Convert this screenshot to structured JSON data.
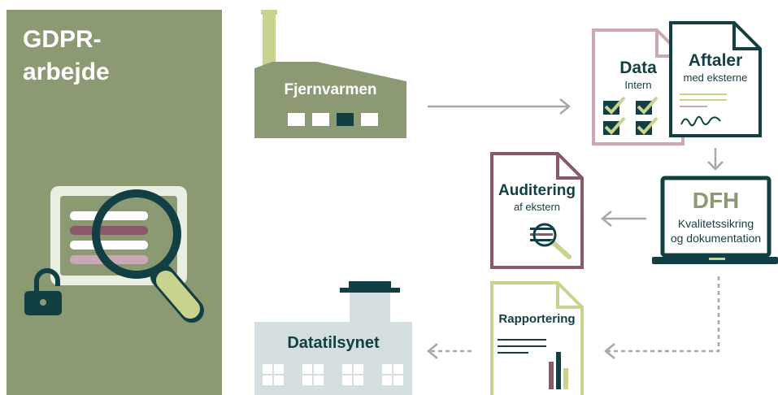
{
  "panel": {
    "title_line1": "GDPR-",
    "title_line2": "arbejde"
  },
  "nodes": {
    "fjernvarmen": {
      "label": "Fjernvarmen"
    },
    "data": {
      "title": "Data",
      "subtitle": "Intern"
    },
    "aftaler": {
      "title": "Aftaler",
      "subtitle": "med eksterne"
    },
    "dfh": {
      "title": "DFH",
      "subtitle_line1": "Kvalitetssikring",
      "subtitle_line2": "og dokumentation"
    },
    "auditering": {
      "title": "Auditering",
      "subtitle": "af ekstern"
    },
    "rapportering": {
      "title": "Rapportering"
    },
    "datatilsynet": {
      "label": "Datatilsynet"
    }
  },
  "colors": {
    "olive": "#8c9a73",
    "dark_teal": "#123f44",
    "mauve": "#8a5866",
    "light_mauve": "#c9a9b5",
    "yellow_green": "#c9d38e",
    "light_green": "#d4dda8",
    "gray_blue": "#d4dde0",
    "arrow_gray": "#a8a8a8"
  },
  "icons": [
    "magnifier-icon",
    "padlock-icon",
    "factory-icon",
    "checkbox-icon",
    "signature-icon",
    "laptop-icon",
    "bar-chart-icon",
    "building-icon"
  ]
}
